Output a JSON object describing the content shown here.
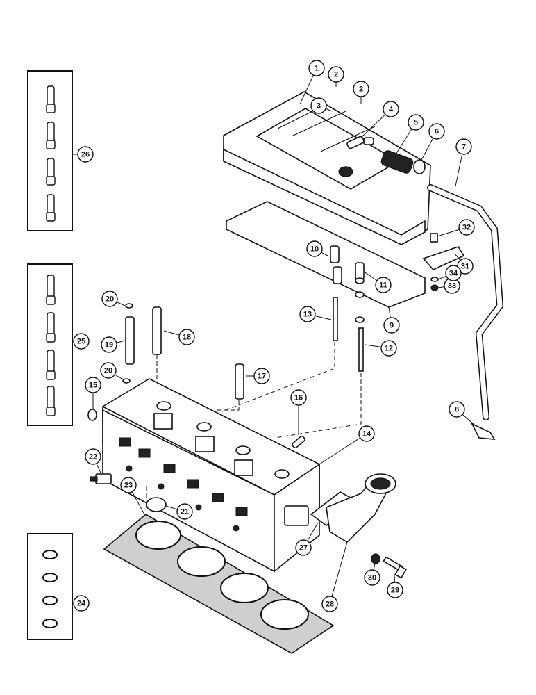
{
  "diagram": {
    "callouts": [
      "1",
      "2",
      "2",
      "3",
      "4",
      "5",
      "6",
      "7",
      "8",
      "9",
      "10",
      "11",
      "12",
      "13",
      "14",
      "15",
      "16",
      "17",
      "18",
      "19",
      "20",
      "20",
      "21",
      "22",
      "23",
      "24",
      "25",
      "26",
      "27",
      "28",
      "29",
      "30",
      "31",
      "32",
      "33",
      "34"
    ]
  }
}
